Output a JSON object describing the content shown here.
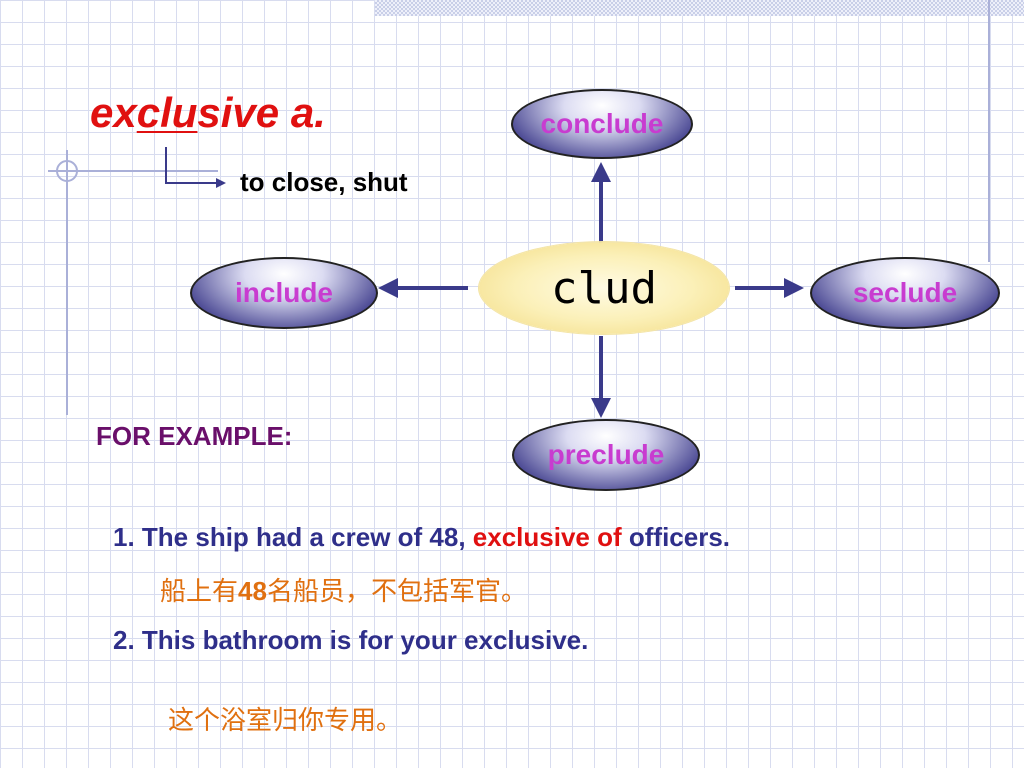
{
  "title": {
    "prefix": "ex",
    "root": "clu",
    "suffix": "sive a."
  },
  "meaning": "to close, shut",
  "diagram": {
    "center": "clud",
    "top": "conclude",
    "left": "include",
    "right": "seclude",
    "bottom": "preclude"
  },
  "examples_heading": "FOR EXAMPLE:",
  "examples": [
    {
      "before": "1. The ship had a crew of 48, ",
      "keyword": "exclusive of",
      "after": " officers.",
      "translation": {
        "before": "船上有",
        "number": "48",
        "after": "名船员，不包括军官。"
      }
    },
    {
      "text": "2. This bathroom is for your exclusive.",
      "translation": "这个浴室归你专用。"
    }
  ],
  "colors": {
    "title": "#e01010",
    "keyword": "#e01010",
    "sentence": "#2f2f8a",
    "heading": "#6a0f6a",
    "translation": "#e07010",
    "oval_text": "#c83cd0",
    "arrow": "#3a3a8a"
  }
}
